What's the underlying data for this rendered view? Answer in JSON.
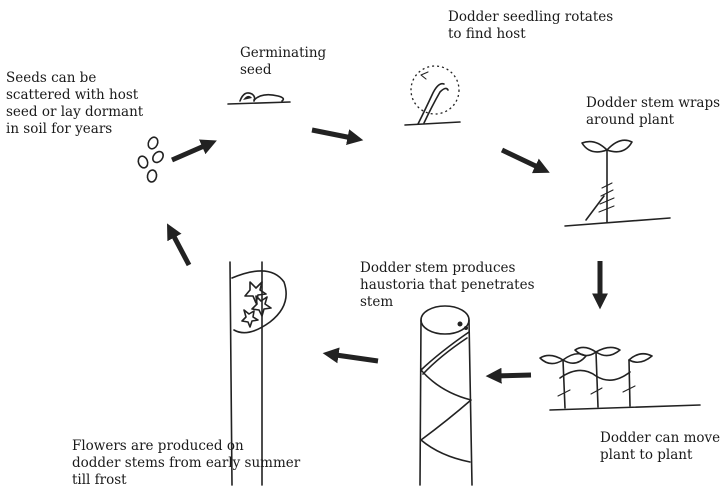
{
  "labels": {
    "seeds": "Seeds can be\nscattered with host\nseed or lay dormant\nin soil for years",
    "germinating": "Germinating\nseed",
    "seedling": "Dodder seedling rotates\nto find host",
    "wraps": "Dodder stem wraps\naround plant",
    "haustoria": "Dodder stem produces\nhaustoria that penetrates\nstem",
    "move": "Dodder can move\nplant to plant",
    "flowers": "Flowers are produced on\ndodder stems from early summer\ntill frost"
  }
}
